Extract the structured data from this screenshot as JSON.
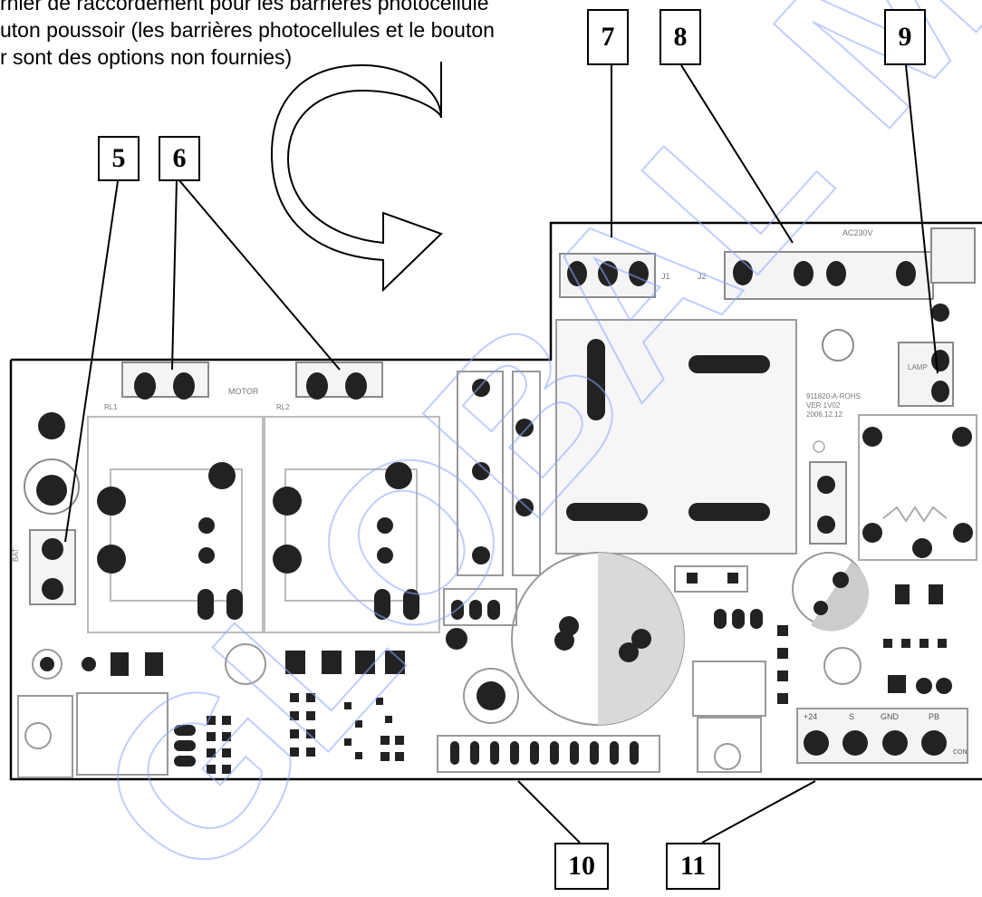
{
  "intro_text": {
    "line1": "rnier de raccordement pour les barrières photocellule",
    "line2": "uton poussoir (les barrières photocellules et le bouton",
    "line3": "r sont des options non fournies)"
  },
  "callouts": [
    "5",
    "6",
    "7",
    "8",
    "9",
    "10",
    "11"
  ],
  "board": {
    "labels": {
      "motor": "MOTOR",
      "lamp": "LAMP",
      "rl1": "RL1",
      "rl2": "RL2",
      "j1": "J1",
      "j2": "J2",
      "ac": "AC230V",
      "bat": "BAT",
      "model": "911820-A-ROHS",
      "ver": "VER 1V02",
      "date": "2006.12.12",
      "plus24": "+24",
      "s": "S",
      "gnd": "GND",
      "pb": "PB",
      "con": "CON"
    }
  },
  "watermark": "GLOBAL MA",
  "colors": {
    "watermark": "#8ea6ff",
    "board_ink": "#222222",
    "board_grey": "#8a8a8a"
  }
}
